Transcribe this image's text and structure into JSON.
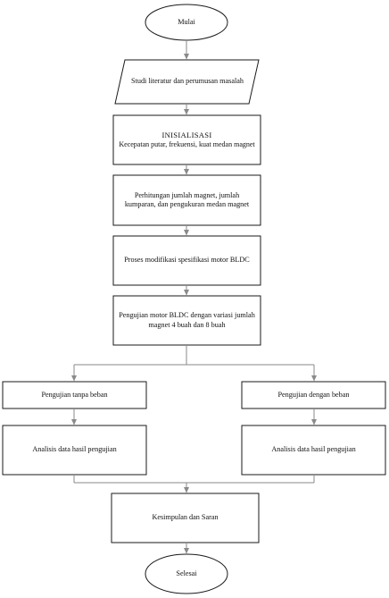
{
  "flowchart": {
    "start": "Mulai",
    "literature": "Studi literatur dan perumusan masalah",
    "init_title": "INISIALISASI",
    "init_body": "Kecepatan putar, frekuensi, kuat medan magnet",
    "calculation": "Perhitungan jumlah magnet, jumlah kumparan, dan pengukuran medan magnet",
    "modification": "Proses modifikasi spesifikasi motor BLDC",
    "testing": "Pengujian motor BLDC dengan variasi jumlah magnet 4 buah dan 8 buah",
    "no_load_test": "Pengujian tanpa beban",
    "load_test": "Pengujian dengan beban",
    "analysis_left": "Analisis data hasil pengujian",
    "analysis_right": "Analisis data hasil pengujian",
    "conclusion": "Kesimpulan dan Saran",
    "end": "Selesai"
  },
  "colors": {
    "line": "#8a8a8a",
    "border": "#1a1a1a",
    "background": "#ffffff"
  }
}
